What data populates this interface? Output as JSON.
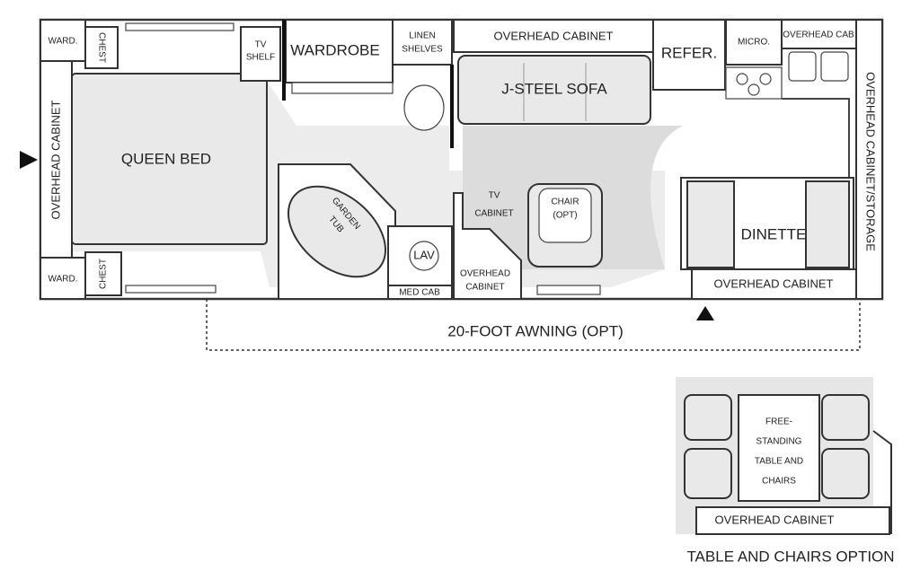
{
  "floorplan": {
    "left_ward_top": "WARD.",
    "left_chest_top": "CHEST",
    "left_overhead": "OVERHEAD CABINET",
    "queen_bed": "QUEEN BED",
    "left_ward_bottom": "WARD.",
    "left_chest_bottom": "CHEST",
    "tv_shelf": [
      "TV",
      "SHELF"
    ],
    "wardrobe": "WARDROBE",
    "linen_shelves": [
      "LINEN",
      "SHELVES"
    ],
    "top_overhead": "OVERHEAD CABINET",
    "sofa": "J-STEEL SOFA",
    "refer": "REFER.",
    "micro": "MICRO.",
    "overhead_cab": "OVERHEAD CAB",
    "right_overhead": "OVERHEAD CABINET/STORAGE",
    "garden_tub": [
      "GARDEN",
      "TUB"
    ],
    "lav": "LAV",
    "med_cab": "MED CAB",
    "mid_overhead": [
      "OVERHEAD",
      "CABINET"
    ],
    "tv_cabinet": [
      "TV",
      "CABINET"
    ],
    "chair": [
      "CHAIR",
      "(OPT)"
    ],
    "dinette": "DINETTE",
    "dinette_overhead": "OVERHEAD CABINET",
    "awning": "20-FOOT AWNING (OPT)"
  },
  "option": {
    "table": [
      "FREE-",
      "STANDING",
      "TABLE AND",
      "CHAIRS"
    ],
    "overhead": "OVERHEAD CABINET",
    "caption": "TABLE AND CHAIRS OPTION"
  }
}
